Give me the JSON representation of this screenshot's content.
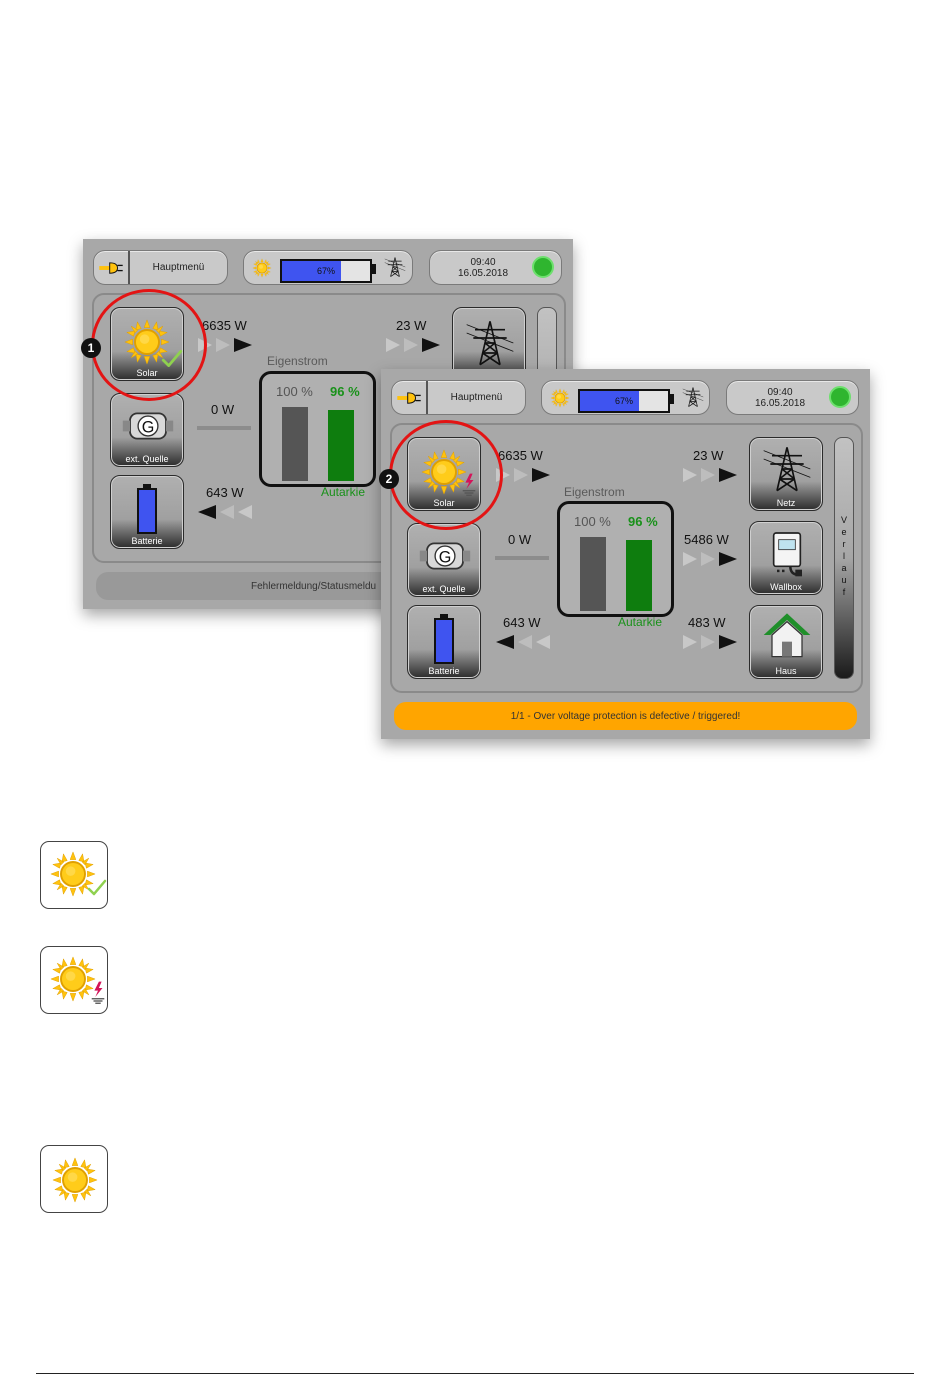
{
  "back_screen": {
    "menu_label": "Hauptmenü",
    "battery_level": 0.67,
    "battery_text": "67%",
    "time": "09:40",
    "date": "16.05.2018",
    "solar_label": "Solar",
    "solar_power": "6635 W",
    "grid_power": "23 W",
    "ext_label": "ext. Quelle",
    "ext_power": "0 W",
    "battery_label": "Batterie",
    "battery_power": "643 W",
    "eigenstrom_label": "Eigenstrom",
    "eigen_pct": "100 %",
    "autarkie_pct": "96 %",
    "autarkie_label": "Autarkie",
    "status_text": "Fehlermeldung/Statusmeldu",
    "marker": "1"
  },
  "front_screen": {
    "menu_label": "Hauptmenü",
    "battery_level": 0.67,
    "battery_text": "67%",
    "time": "09:40",
    "date": "16.05.2018",
    "solar_label": "Solar",
    "solar_power": "6635 W",
    "grid_label": "Netz",
    "grid_power": "23 W",
    "ext_label": "ext. Quelle",
    "ext_power": "0 W",
    "wallbox_label": "Wallbox",
    "wallbox_power": "5486 W",
    "battery_label": "Batterie",
    "battery_power": "643 W",
    "house_label": "Haus",
    "house_power": "483 W",
    "eigenstrom_label": "Eigenstrom",
    "eigen_pct": "100 %",
    "autarkie_pct": "96 %",
    "autarkie_label": "Autarkie",
    "verlauf_letters": [
      "V",
      "e",
      "r",
      "l",
      "a",
      "u",
      "f"
    ],
    "status_text": "1/1 - Over voltage protection is defective / triggered!",
    "marker": "2"
  },
  "colors": {
    "sun": "#ffc20e",
    "battery_fill": "#3f54f0",
    "autarkie_bar": "#0e7d0e",
    "eigen_bar": "#555555",
    "status_orange": "#ffa500",
    "highlight_red": "#e31414",
    "check_green": "#8fd14f",
    "fault_magenta": "#d4145a"
  },
  "legend_icons": [
    "sun-check-icon",
    "sun-fault-icon",
    "sun-plain-icon"
  ]
}
